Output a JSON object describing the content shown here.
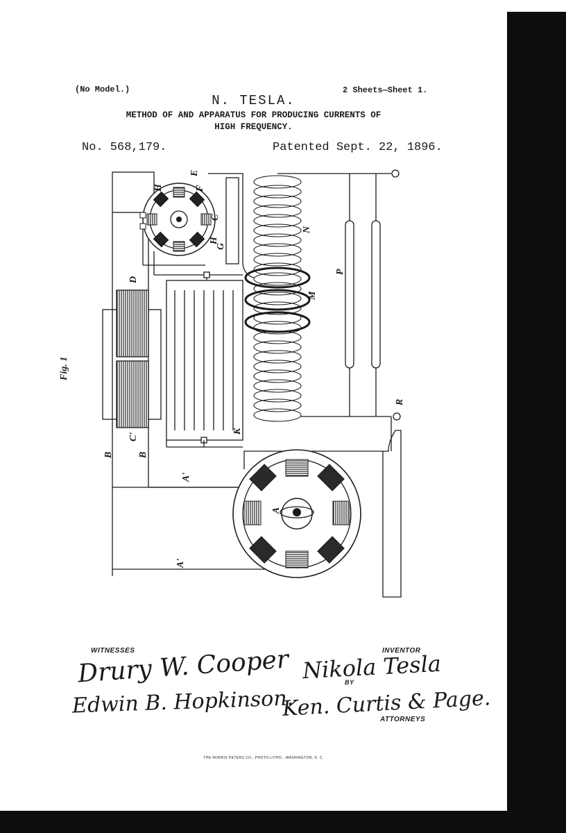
{
  "header": {
    "model_note": "(No Model.)",
    "sheet_note": "2 Sheets—Sheet 1.",
    "inventor_name": "N. TESLA.",
    "title_line1": "METHOD OF AND APPARATUS FOR PRODUCING CURRENTS OF",
    "title_line2": "HIGH FREQUENCY.",
    "patent_number": "No. 568,179.",
    "patent_date": "Patented Sept. 22, 1896."
  },
  "figure": {
    "label": "Fig. 1",
    "labels": {
      "A": "A",
      "A_prime_upper": "A'",
      "A_prime_lower": "A'",
      "B_left": "B",
      "B_right": "B",
      "C": "C",
      "C_prime": "C'",
      "D": "D",
      "E": "E",
      "F": "F",
      "G": "G",
      "H_top": "H",
      "H_side": "H",
      "K": "K",
      "M": "M",
      "N": "N",
      "P": "P",
      "R": "R"
    }
  },
  "signatures": {
    "witnesses_label": "WITNESSES",
    "witness1": "Drury W. Cooper",
    "witness2": "Edwin B. Hopkinson.",
    "inventor_label": "INVENTOR",
    "inventor_signature": "Nikola Tesla",
    "by_label": "BY",
    "attorneys_signature": "Ken. Curtis & Page.",
    "attorneys_label": "ATTORNEYS"
  },
  "footer": {
    "printer": "THE NORRIS PETERS CO., PHOTO-LITHO., WASHINGTON, D. C."
  }
}
